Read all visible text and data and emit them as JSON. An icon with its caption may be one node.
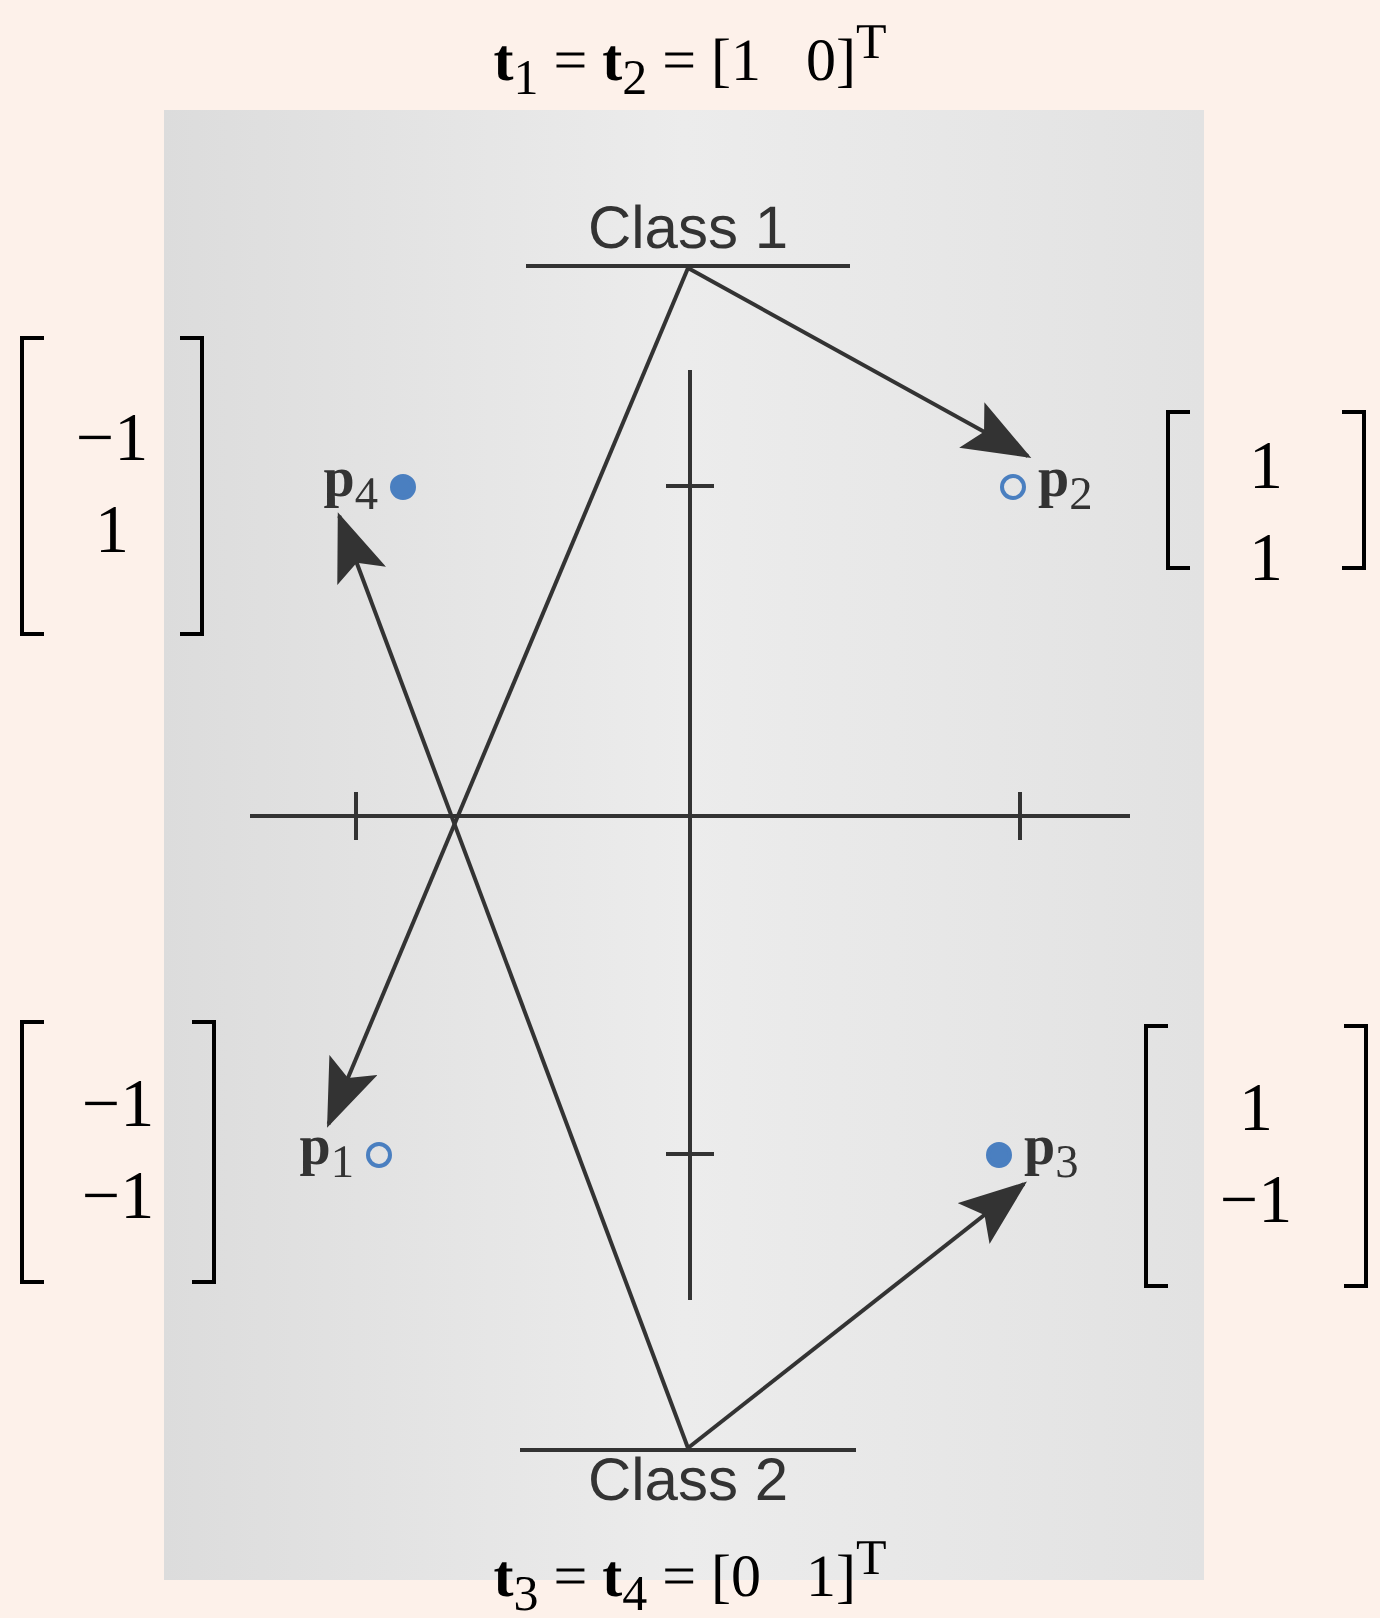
{
  "diagram": {
    "nodes": [
      {
        "text": [
          "Class 1"
        ]
      },
      {
        "text": [
          "**p**$_{4}$"
        ],
        "beside": [
          "−1 1"
        ]
      },
      {
        "text": [
          "**p**$_{2}$"
        ],
        "beside": [
          "1 1"
        ]
      },
      {
        "text": [
          "**p**$_{1}$"
        ],
        "beside": [
          "−1 −1"
        ]
      },
      {
        "text": [
          "**p**$_{3}$"
        ],
        "beside": [
          "1 −1"
        ]
      },
      {
        "text": [
          "Class 2"
        ]
      }
    ],
    "edges": [
      {
        "from": 0,
        "to": 3,
        "arrow": "to"
      },
      {
        "from": 0,
        "to": 2,
        "arrow": "to"
      },
      {
        "from": 5,
        "to": 4,
        "arrow": "to"
      },
      {
        "from": 5,
        "to": 1,
        "arrow": "to"
      }
    ],
    "labels": [
      "**t**$_{1}$ = **t**$_{2}$ = [1   0]$^{T}$",
      "**t**$_{3}$ = **t**$_{4}$ = [0   1]$^{T}$"
    ]
  }
}
